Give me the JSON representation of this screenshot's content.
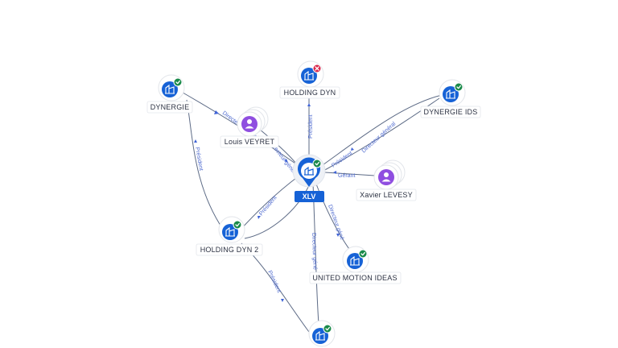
{
  "graph": {
    "center": {
      "label": "XLV",
      "type": "company",
      "badge": "check"
    },
    "nodes": [
      {
        "id": "dynergie",
        "label": "DYNERGIE",
        "type": "company",
        "badge": "check"
      },
      {
        "id": "holding_dyn",
        "label": "HOLDING DYN",
        "type": "company",
        "badge": "cross"
      },
      {
        "id": "dynergie_ids",
        "label": "DYNERGIE IDS",
        "type": "company",
        "badge": "check"
      },
      {
        "id": "louis",
        "label": "Louis VEYRET",
        "type": "person",
        "badge": ""
      },
      {
        "id": "xavier",
        "label": "Xavier LEVESY",
        "type": "person",
        "badge": ""
      },
      {
        "id": "holding_dyn2",
        "label": "HOLDING DYN 2",
        "type": "company",
        "badge": "check"
      },
      {
        "id": "umi",
        "label": "UNITED MOTION IDEAS",
        "type": "company",
        "badge": "check"
      },
      {
        "id": "bottom",
        "label": "",
        "type": "company",
        "badge": "check"
      }
    ],
    "edges": [
      {
        "id": "e1",
        "label": "Président"
      },
      {
        "id": "e2",
        "label": "Directeur général"
      },
      {
        "id": "e3",
        "label": "Président"
      },
      {
        "id": "e4",
        "label": "Gérant"
      },
      {
        "id": "e5",
        "label": "Président"
      },
      {
        "id": "e6",
        "label": "Président"
      },
      {
        "id": "e7",
        "label": "Directeur géné"
      },
      {
        "id": "e8",
        "label": "Président"
      },
      {
        "id": "e9",
        "label": "Président"
      },
      {
        "id": "e10",
        "label": "Directeur général"
      },
      {
        "id": "e11",
        "label": "Président"
      }
    ]
  },
  "colors": {
    "company": "#1662d6",
    "person": "#8f4ee0",
    "verified": "#1a8a4a",
    "closed": "#d9264a",
    "edge": "#5d6b86",
    "edge_label": "#4f6bd0"
  }
}
